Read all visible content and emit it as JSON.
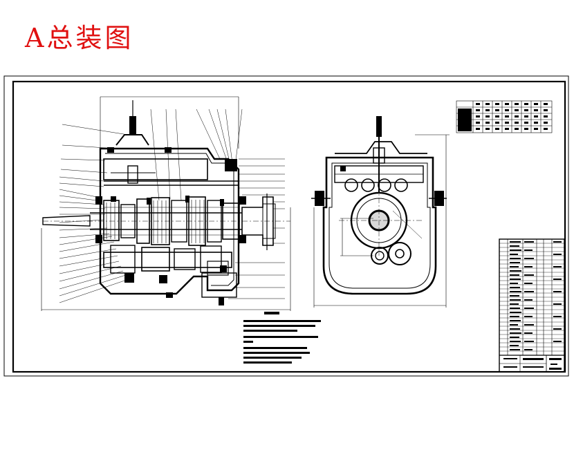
{
  "title": "A总装图",
  "colors": {
    "title": "#e01010",
    "ink": "#000000",
    "paper": "#ffffff"
  },
  "drawing": {
    "views": [
      "longitudinal-section",
      "cross-section"
    ],
    "parameter_table": {
      "rows": 5,
      "cols": 9
    },
    "title_block": {
      "rows": 30,
      "cols": 6
    }
  }
}
